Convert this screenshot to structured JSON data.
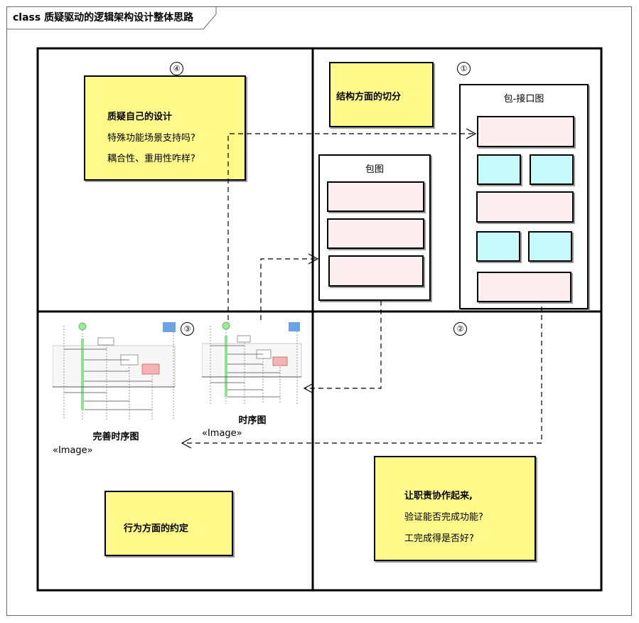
{
  "diagram": {
    "header": {
      "kind": "class",
      "title": "质疑驱动的逻辑架构设计整体思路"
    },
    "quadrants": {
      "q1": {
        "marker": "①",
        "note": {
          "title": "结构方面的切分"
        },
        "package_small": {
          "label": "包图"
        },
        "package_large": {
          "label": "包-接口图"
        }
      },
      "q2": {
        "marker": "②",
        "note": {
          "lines": [
            "让职责协作起来,",
            "验证能否完成功能?",
            "工完成得是否好?"
          ]
        }
      },
      "q3": {
        "marker": "③",
        "images": [
          {
            "caption": "完善时序图",
            "stereotype": "«Image»"
          },
          {
            "caption": "时序图",
            "stereotype": "«Image»"
          }
        ],
        "note": {
          "title": "行为方面的约定"
        }
      },
      "q4": {
        "marker": "④",
        "note": {
          "lines": [
            "质疑自己的设计",
            "特殊功能场景支持吗?",
            "耦合性、重用性咋样?"
          ]
        }
      }
    }
  }
}
